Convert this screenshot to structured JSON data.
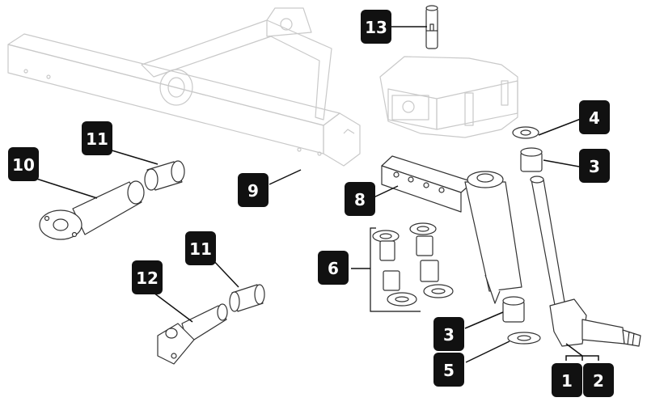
{
  "diagram": {
    "callouts": [
      {
        "label": "1"
      },
      {
        "label": "2"
      },
      {
        "label": "3"
      },
      {
        "label": "3"
      },
      {
        "label": "4"
      },
      {
        "label": "5"
      },
      {
        "label": "6"
      },
      {
        "label": "8"
      },
      {
        "label": "9"
      },
      {
        "label": "10"
      },
      {
        "label": "11"
      },
      {
        "label": "11"
      },
      {
        "label": "12"
      },
      {
        "label": "13"
      }
    ],
    "colors": {
      "badge": "#111111",
      "badge_text": "#ffffff",
      "line": "#333333",
      "ghost": "#c9c9c9"
    }
  }
}
